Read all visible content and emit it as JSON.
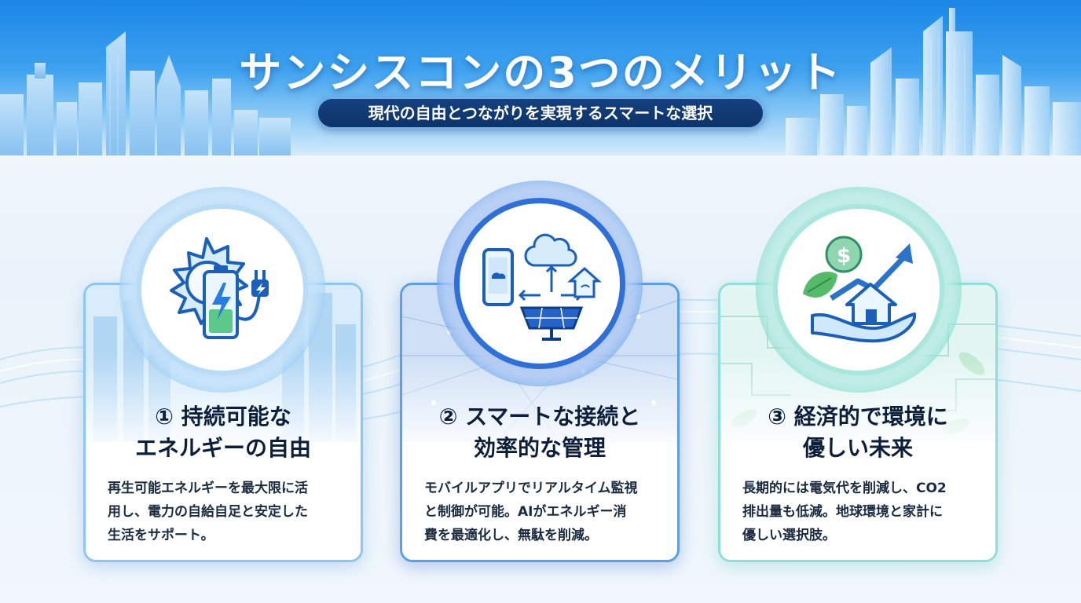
{
  "header": {
    "title": "サンシスコンの3つのメリット",
    "subtitle": "現代の自由とつながりを実現するスマートな選択"
  },
  "cards": [
    {
      "title_line1": "① 持続可能な",
      "title_line2": "エネルギーの自由",
      "body_lines": [
        "再生可能エネルギーを最大限に活",
        "用し、電力の自給自足と安定した",
        "生活をサポート。"
      ],
      "icon": "solar-battery-plug-icon"
    },
    {
      "title_line1": "② スマートな接続と",
      "title_line2": "効率的な管理",
      "body_lines": [
        "モバイルアプリでリアルタイム監視",
        "と制御が可能。AIがエネルギー消",
        "費を最適化し、無駄を削減。"
      ],
      "icon": "smart-connection-icon"
    },
    {
      "title_line1": "③ 経済的で環境に",
      "title_line2": "優しい未来",
      "body_lines": [
        "長期的には電気代を削減し、CO2",
        "排出量も低減。地球環境と家計に",
        "優しい選択肢。"
      ],
      "icon": "eco-savings-icon"
    }
  ],
  "colors": {
    "header_top": "#1a86e6",
    "pill": "#0e3368",
    "card1_accent": "#8ec5f2",
    "card2_accent": "#2e6fd8",
    "card3_accent": "#5fd0c6",
    "title_text": "#0c1e3a"
  }
}
